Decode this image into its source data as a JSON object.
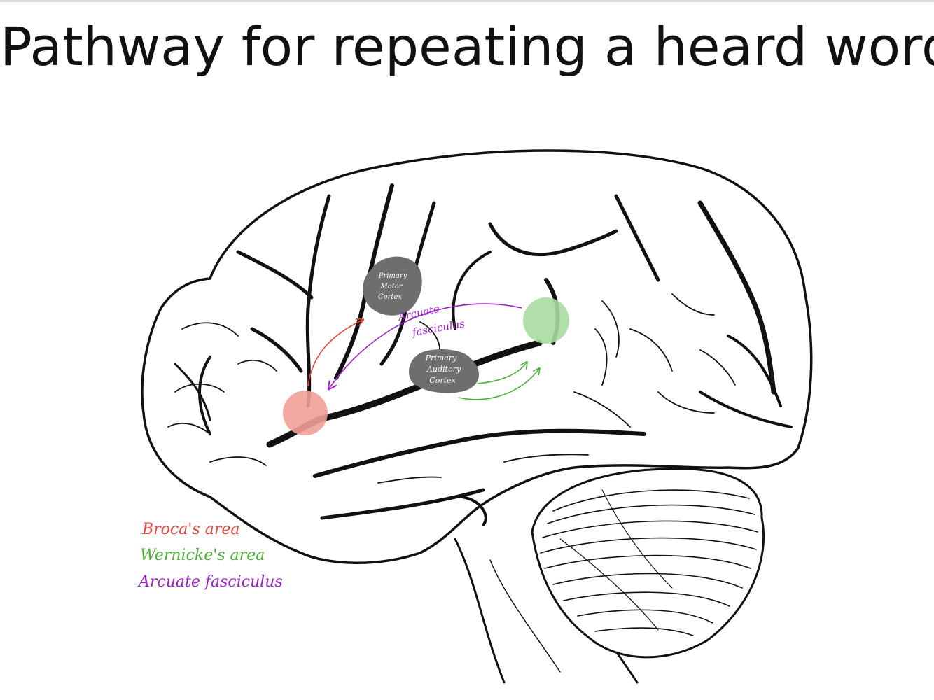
{
  "slide": {
    "title": "Pathway for repeating a heard word"
  },
  "regions": {
    "primary_motor_cortex": [
      "Primary",
      "Motor",
      "Cortex"
    ],
    "primary_auditory_cortex": [
      "Primary",
      "Auditory",
      "Cortex"
    ],
    "arcuate_label": [
      "Arcuate",
      "fasciculus"
    ]
  },
  "legend": {
    "items": [
      {
        "label": "Broca's area",
        "color": "#e8473a"
      },
      {
        "label": "Wernicke's area",
        "color": "#4caf3a"
      },
      {
        "label": "Arcuate fasciculus",
        "color": "#9b1fc9"
      }
    ]
  },
  "colors": {
    "broca_fill": "#f0a097",
    "wernicke_fill": "#a8dca0",
    "motor_fill": "#6e6e6e",
    "auditory_fill": "#6e6e6e",
    "red_arrow": "#e8473a",
    "green_arrow": "#4caf3a",
    "purple_arrow": "#9b1fc9"
  }
}
